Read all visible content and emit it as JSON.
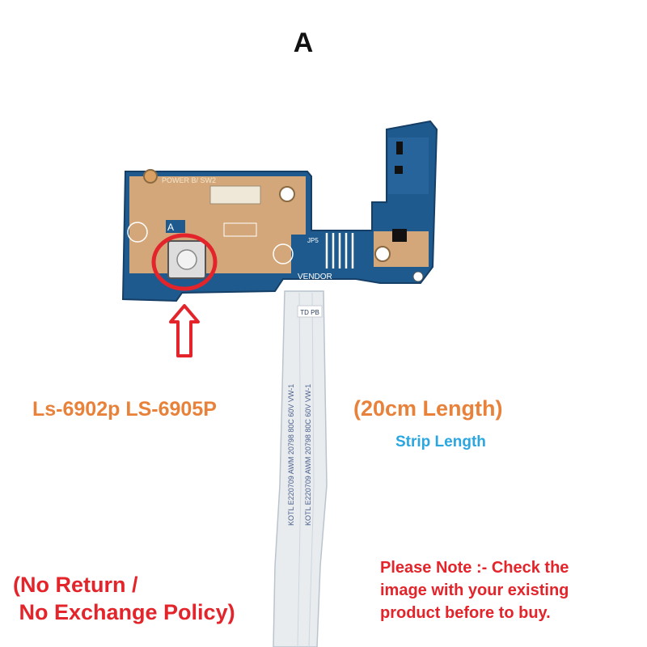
{
  "header": {
    "variant_letter": "A"
  },
  "product": {
    "model": "Ls-6902p LS-6905P",
    "length": "(20cm Length)",
    "length_caption": "Strip Length"
  },
  "policy": {
    "line1": "(No Return /",
    "line2": " No Exchange Policy)"
  },
  "note": {
    "line1": "Please Note :- Check the",
    "line2": "image with your existing",
    "line3": "product before to buy."
  },
  "board": {
    "top_text": "POWER B/ SW2",
    "label_a": "A",
    "label_jp5": "JP5",
    "label_vendor": "VENDOR",
    "cable_tag": "TD PB",
    "cable_print_1": "KOTL E220709 AWM 20798 80C 60V VW-1",
    "cable_print_2": "KOTL E220709 AWM 20798 80C 60V VW-1"
  },
  "colors": {
    "pcb_board": "#d3a77a",
    "pcb_blue": "#1f5a8e",
    "highlight": "#e3242b",
    "orange_text": "#e8823a",
    "blue_text": "#2aa6e0"
  }
}
